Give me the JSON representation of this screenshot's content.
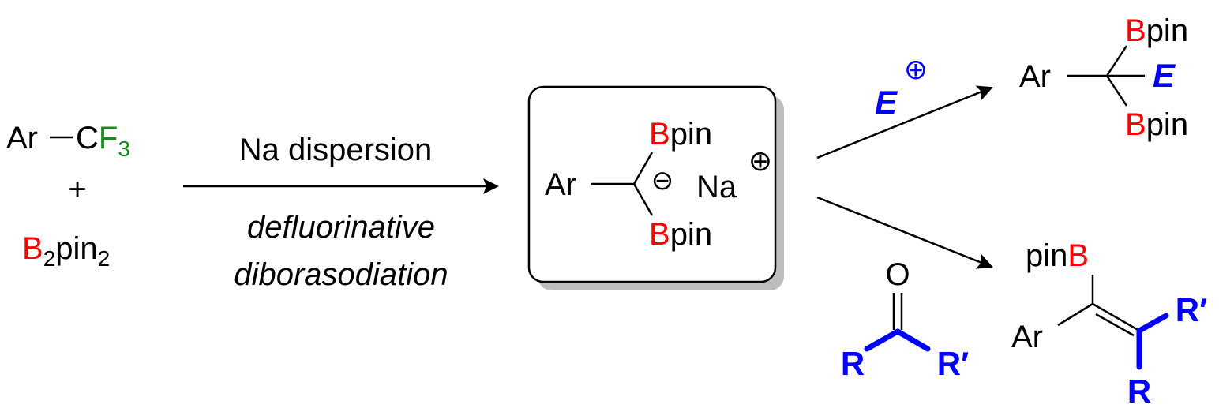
{
  "colors": {
    "black": "#000000",
    "boron": "#ff0000",
    "fluorine": "#1a8a1a",
    "electrophile": "#0000ff",
    "shadow": "#bdbdbd"
  },
  "starting_material": {
    "ar": "Ar",
    "c": "C",
    "f": "F",
    "f_sub": "3",
    "plus": "+",
    "b": "B",
    "b_sub": "2",
    "pin": "pin",
    "pin_sub": "2"
  },
  "arrow_main": {
    "reagent": "Na dispersion",
    "line1": "defluorinative",
    "line2": "diborasodiation"
  },
  "intermediate": {
    "ar": "Ar",
    "b_top": "B",
    "pin_top": "pin",
    "b_bottom": "B",
    "pin_bottom": "pin",
    "anion": "⊖",
    "na": "Na",
    "cation": "⊕"
  },
  "path_top": {
    "reagent": "E",
    "reagent_charge": "⊕"
  },
  "product_top": {
    "ar": "Ar",
    "b_top": "B",
    "pin_top": "pin",
    "e": "E",
    "b_bottom": "B",
    "pin_bottom": "pin"
  },
  "ketone": {
    "o": "O",
    "r": "R",
    "r_prime": "R′"
  },
  "product_bottom": {
    "pin": "pin",
    "b": "B",
    "ar": "Ar",
    "r_prime": "R′",
    "r": "R"
  }
}
